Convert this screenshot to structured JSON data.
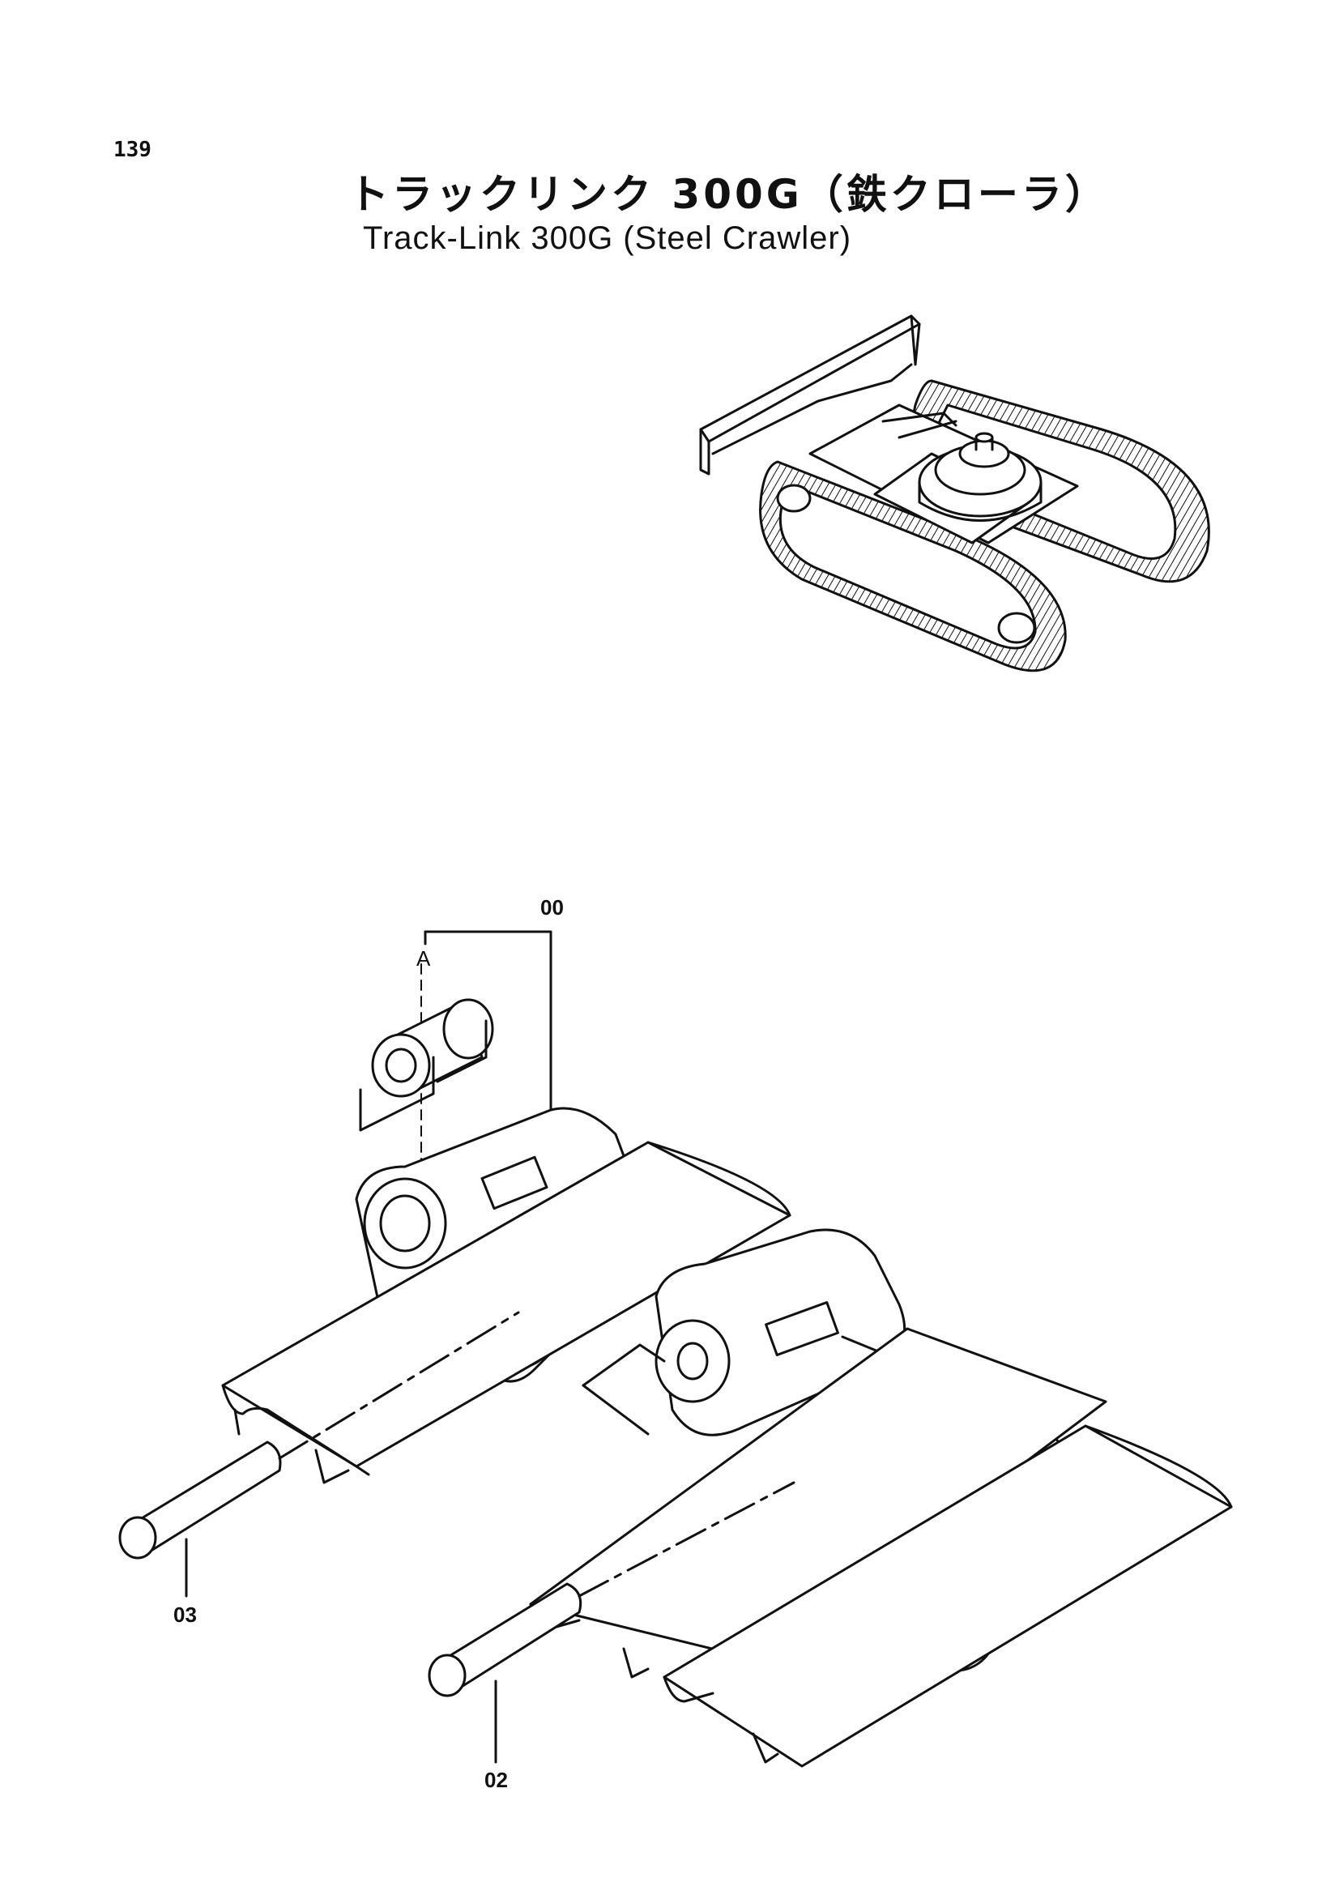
{
  "page_number": "139",
  "title_jp": "トラックリンク 300G（鉄クローラ）",
  "title_en": "Track-Link 300G (Steel Crawler)",
  "callouts": {
    "assembly": "00",
    "detail": "A",
    "pin_left": "03",
    "pin_right": "02"
  }
}
